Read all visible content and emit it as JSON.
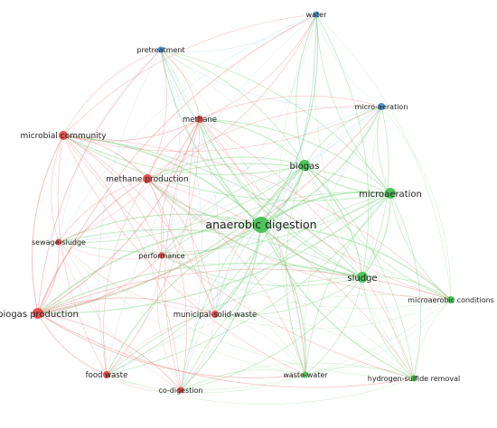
{
  "colors": {
    "red": "#e8514f",
    "green": "#4cc45a",
    "blue": "#4a9bd6",
    "red_edge": "#ee8a86",
    "green_edge": "#8fd98f",
    "blue_edge": "#8cc0e8"
  },
  "nodes": [
    {
      "id": "anaerobic_digestion",
      "label": "anaerobic digestion",
      "cluster": "green",
      "weight": 5
    },
    {
      "id": "biogas",
      "label": "biogas",
      "cluster": "green",
      "weight": 3
    },
    {
      "id": "microaeration",
      "label": "microaeration",
      "cluster": "green",
      "weight": 3
    },
    {
      "id": "sludge",
      "label": "sludge",
      "cluster": "green",
      "weight": 3
    },
    {
      "id": "microaerobic_conditions",
      "label": "microaerobic conditions",
      "cluster": "green",
      "weight": 1
    },
    {
      "id": "hydrogen_sulfide_removal",
      "label": "hydrogen-sulfide removal",
      "cluster": "green",
      "weight": 1
    },
    {
      "id": "waste_water",
      "label": "waste-water",
      "cluster": "green",
      "weight": 1
    },
    {
      "id": "water",
      "label": "water",
      "cluster": "blue",
      "weight": 1
    },
    {
      "id": "pretreatment",
      "label": "pretreatment",
      "cluster": "blue",
      "weight": 1
    },
    {
      "id": "micro_aeration",
      "label": "micro-aeration",
      "cluster": "blue",
      "weight": 1
    },
    {
      "id": "methane",
      "label": "methane",
      "cluster": "red",
      "weight": 2
    },
    {
      "id": "microbial_community",
      "label": "microbial community",
      "cluster": "red",
      "weight": 2
    },
    {
      "id": "methane_production",
      "label": "methane production",
      "cluster": "red",
      "weight": 2
    },
    {
      "id": "sewage_sludge",
      "label": "sewage-sludge",
      "cluster": "red",
      "weight": 1
    },
    {
      "id": "performance",
      "label": "performance",
      "cluster": "red",
      "weight": 1
    },
    {
      "id": "biogas_production",
      "label": "biogas production",
      "cluster": "red",
      "weight": 3
    },
    {
      "id": "municipal_solid_waste",
      "label": "municipal-solid-waste",
      "cluster": "red",
      "weight": 1
    },
    {
      "id": "food_waste",
      "label": "food waste",
      "cluster": "red",
      "weight": 1
    },
    {
      "id": "co_digestion",
      "label": "co-digestion",
      "cluster": "red",
      "weight": 1
    }
  ]
}
